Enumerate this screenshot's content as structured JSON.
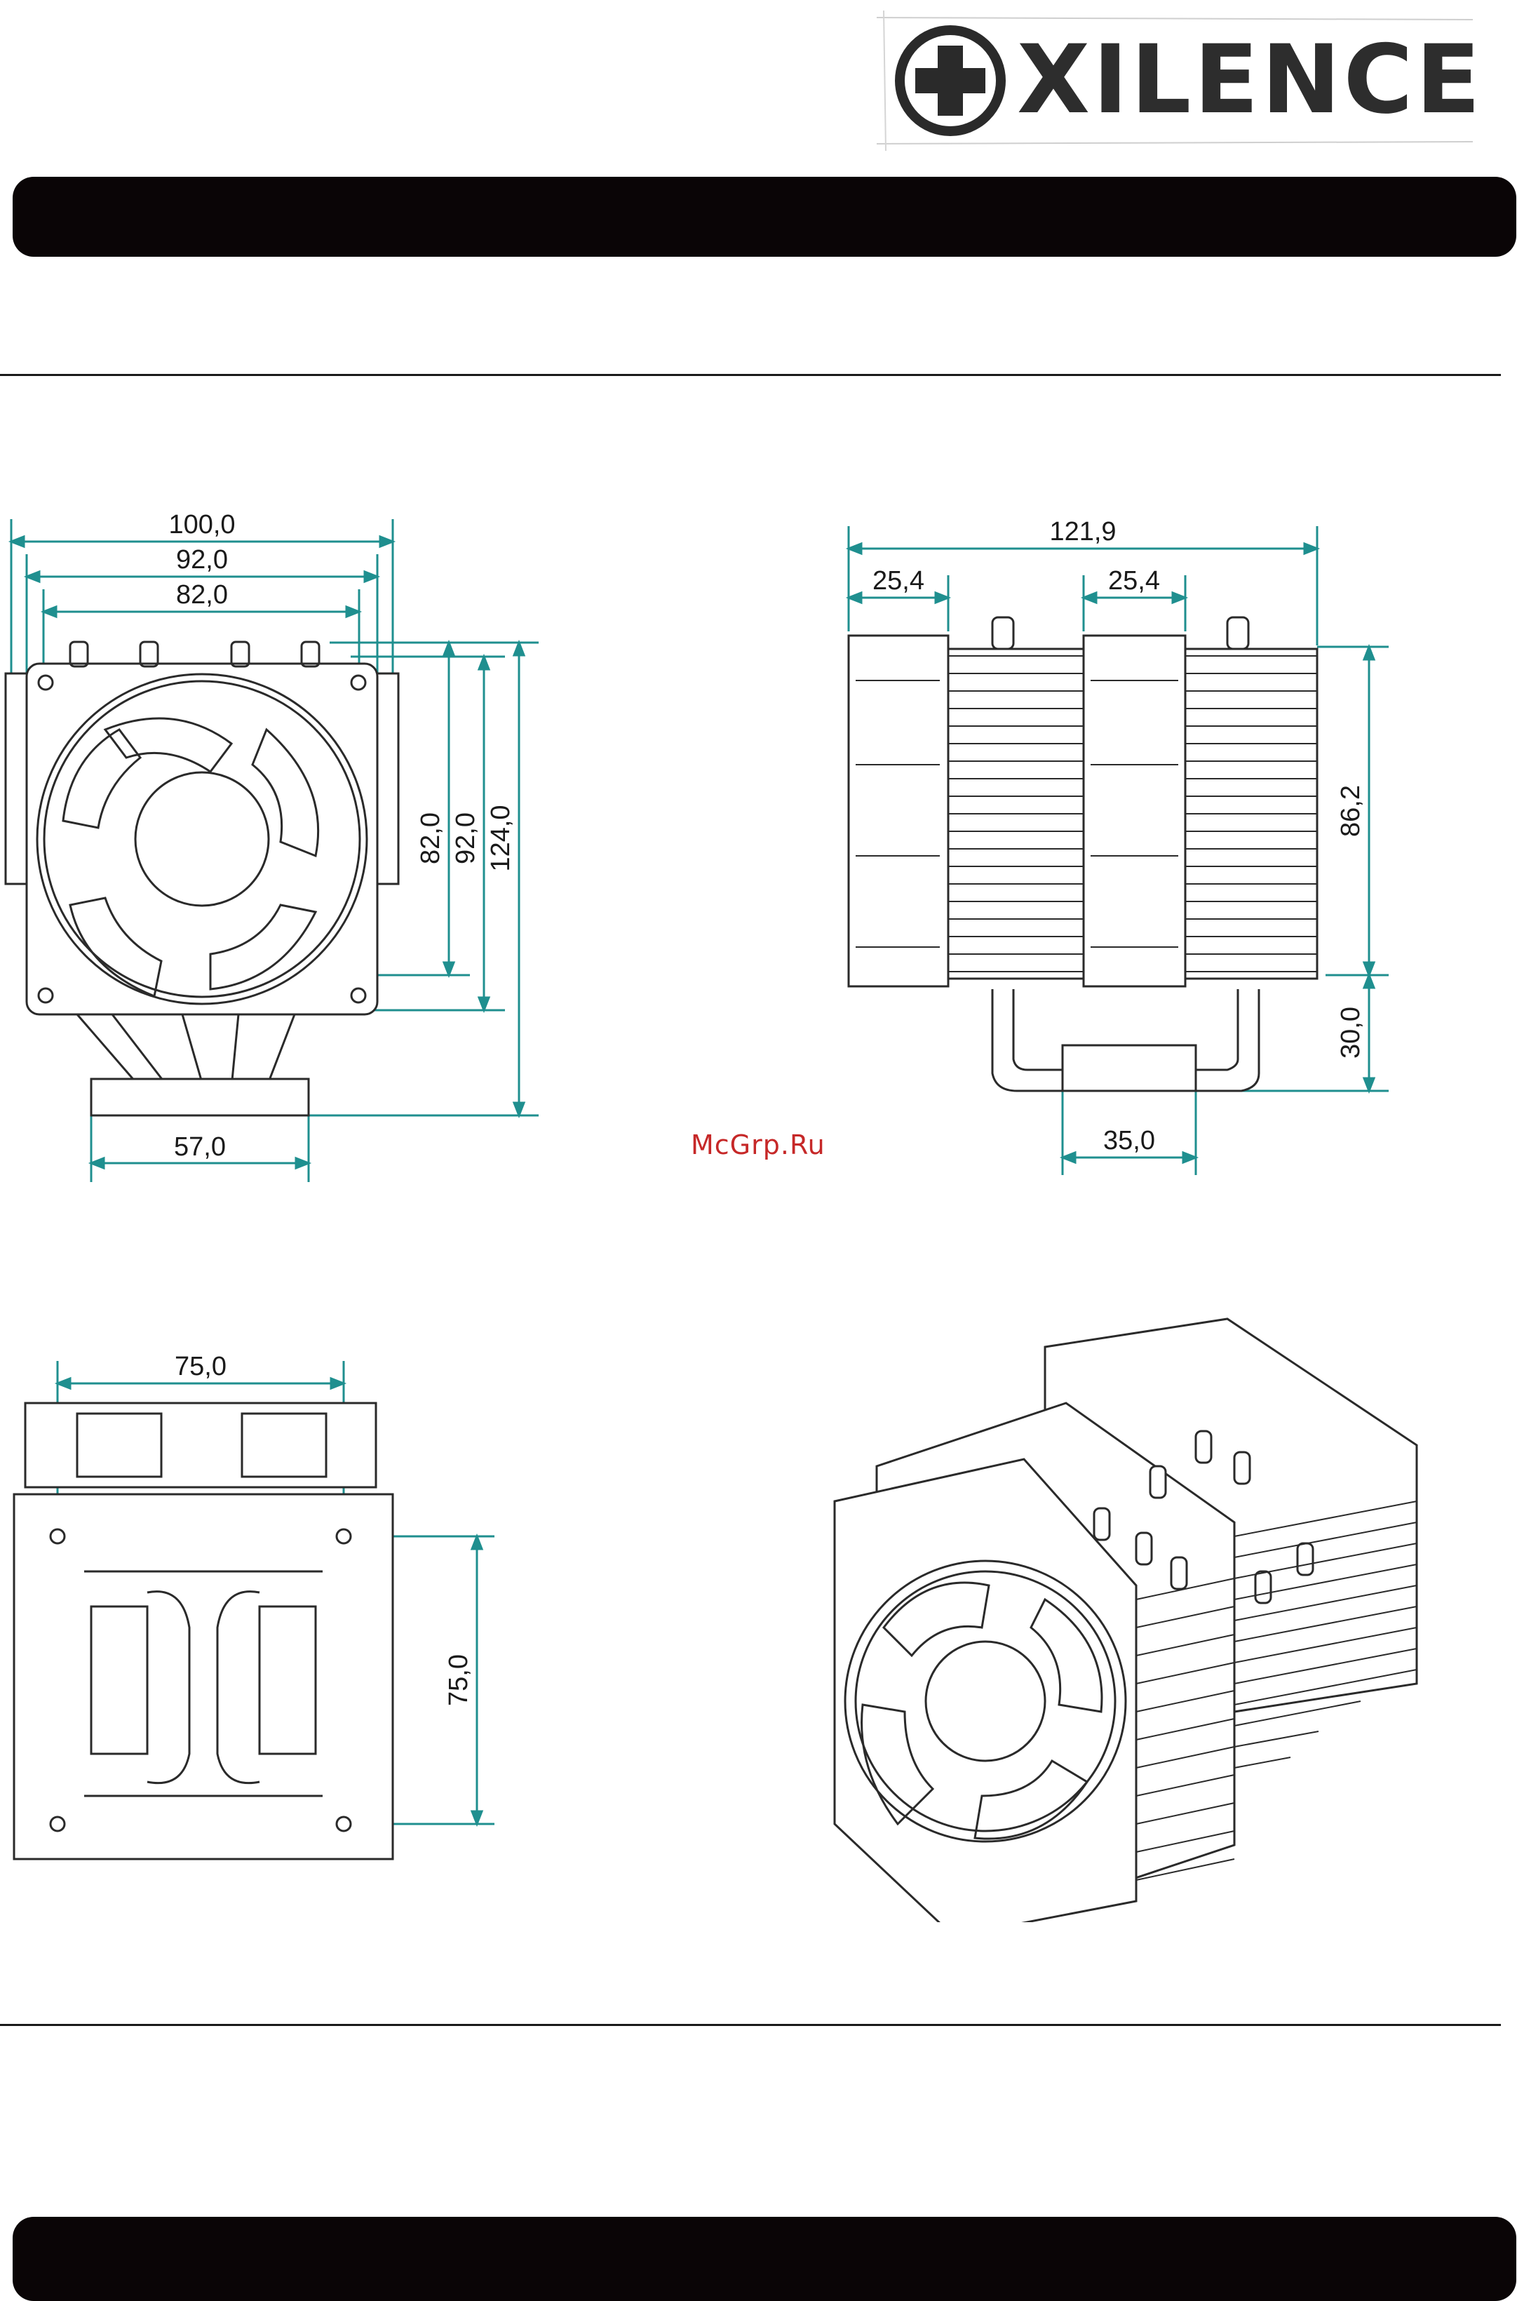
{
  "brand": {
    "name": "XILENCE"
  },
  "watermark": "McGrp.Ru",
  "front_view": {
    "dim_100": "100,0",
    "dim_92_top": "92,0",
    "dim_82_top": "82,0",
    "dim_82_side": "82,0",
    "dim_92_side": "92,0",
    "dim_124": "124,0",
    "dim_57": "57,0"
  },
  "side_view": {
    "dim_121_9": "121,9",
    "dim_25_4_a": "25,4",
    "dim_25_4_b": "25,4",
    "dim_86_2": "86,2",
    "dim_30": "30,0",
    "dim_35": "35,0"
  },
  "bottom_view": {
    "dim_75_top": "75,0",
    "dim_75_side": "75,0"
  },
  "colors": {
    "bar": "#0a0506",
    "dimension_line": "#1f8f8f",
    "line_art": "#2a2a2a",
    "watermark": "#c62828"
  }
}
